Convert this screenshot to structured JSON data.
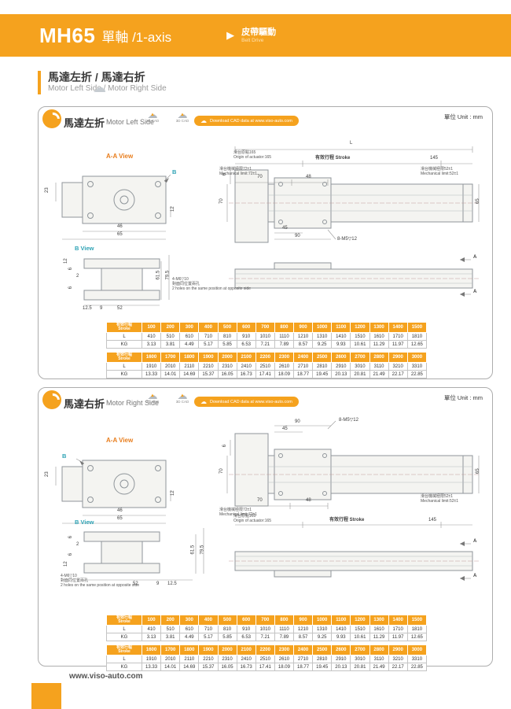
{
  "colors": {
    "accent": "#F5A21E",
    "aa_label": "#E87E1E",
    "b_label": "#2FA3B5"
  },
  "header": {
    "model": "MH65",
    "suffix": "單軸 /1-axis",
    "drive_cn": "皮帶驅動",
    "drive_en": "Belt Drive"
  },
  "section": {
    "title_cn": "馬達左折 / 馬達右折",
    "title_en": "Motor Left Side / Motor Right Side"
  },
  "cad": {
    "c2d": "2D CAD",
    "c3d": "3D CAD",
    "download": "Download CAD data at www.viso-auto.com"
  },
  "unit": "單位 Unit : mm",
  "footer": {
    "url": "www.viso-auto.com"
  },
  "panels": [
    {
      "title_cn": "馬達左折",
      "title_en": "Motor Left Side",
      "ann": {
        "aa_view": "A-A View",
        "b_view": "B View",
        "b_mark": "B",
        "a_mark": "A",
        "dim_l": "L",
        "origin": "滑台原點165\nOrigin of actuator:165",
        "stroke": "有效行程 Stroke",
        "d145": "145",
        "mech72": "滑台機械極限72±1\nMechanical limit:72±1",
        "mech52": "滑台機械極限52±1\nMechanical limit:52±1",
        "d70": "70",
        "d48": "48",
        "d65": "65",
        "d6": "6",
        "d70v": "70",
        "d23": "23",
        "d12": "12",
        "d46": "46",
        "d65b": "65",
        "d45": "45",
        "d90": "90",
        "m5": "8-M5▽12",
        "bv12": "12",
        "bv6": "6",
        "bv2": "2",
        "d615": "61.5",
        "d795": "79.5",
        "d125": "12.5",
        "d9": "9",
        "d52": "52",
        "m6": "4-M6▽10\n對面同位置兩孔\n2 holes on the same position at opposite side"
      }
    },
    {
      "title_cn": "馬達右折",
      "title_en": "Motor Right Side",
      "ann": {
        "aa_view": "A-A View",
        "b_view": "B View",
        "b_mark": "B",
        "a_mark": "A",
        "origin": "滑台原點165\nOrigin of actuator:165",
        "stroke": "有效行程 Stroke",
        "d145": "145",
        "mech72": "滑台機械極限72±1\nMechanical limit:72±1",
        "mech52": "滑台機械極限52±1\nMechanical limit:52±1",
        "d70": "70",
        "d48": "48",
        "d65": "65",
        "d6": "6",
        "d70v": "70",
        "d23": "23",
        "d12": "12",
        "d46": "46",
        "d65b": "65",
        "d45": "45",
        "d90": "90",
        "m5": "8-M5▽12",
        "bv12": "12",
        "bv6": "6",
        "bv2": "2",
        "d615": "61.5",
        "d795": "79.5",
        "d125": "12.5",
        "d9": "9",
        "d52": "52",
        "m6": "4-M6▽10\n對面同位置兩孔\n2 holes on the same position at opposite side"
      }
    }
  ],
  "tables": {
    "a": {
      "rows": [
        {
          "head": true,
          "label": "有效行程\nStroke",
          "values": [
            "100",
            "200",
            "300",
            "400",
            "500",
            "600",
            "700",
            "800",
            "900",
            "1000",
            "1100",
            "1200",
            "1300",
            "1400",
            "1500"
          ]
        },
        {
          "head": false,
          "label": "L",
          "values": [
            "410",
            "510",
            "610",
            "710",
            "810",
            "910",
            "1010",
            "1110",
            "1210",
            "1310",
            "1410",
            "1510",
            "1610",
            "1710",
            "1810"
          ]
        },
        {
          "head": false,
          "label": "KG",
          "values": [
            "3.13",
            "3.81",
            "4.49",
            "5.17",
            "5.85",
            "6.53",
            "7.21",
            "7.89",
            "8.57",
            "9.25",
            "9.93",
            "10.61",
            "11.29",
            "11.97",
            "12.65"
          ]
        }
      ]
    },
    "b": {
      "rows": [
        {
          "head": true,
          "label": "有效行程\nStroke",
          "values": [
            "1600",
            "1700",
            "1800",
            "1900",
            "2000",
            "2100",
            "2200",
            "2300",
            "2400",
            "2500",
            "2600",
            "2700",
            "2800",
            "2900",
            "3000"
          ]
        },
        {
          "head": false,
          "label": "L",
          "values": [
            "1910",
            "2010",
            "2110",
            "2210",
            "2310",
            "2410",
            "2510",
            "2610",
            "2710",
            "2810",
            "2910",
            "3010",
            "3110",
            "3210",
            "3310"
          ]
        },
        {
          "head": false,
          "label": "KG",
          "values": [
            "13.33",
            "14.01",
            "14.69",
            "15.37",
            "16.05",
            "16.73",
            "17.41",
            "18.09",
            "18.77",
            "19.45",
            "20.13",
            "20.81",
            "21.49",
            "22.17",
            "22.85"
          ]
        }
      ]
    }
  }
}
